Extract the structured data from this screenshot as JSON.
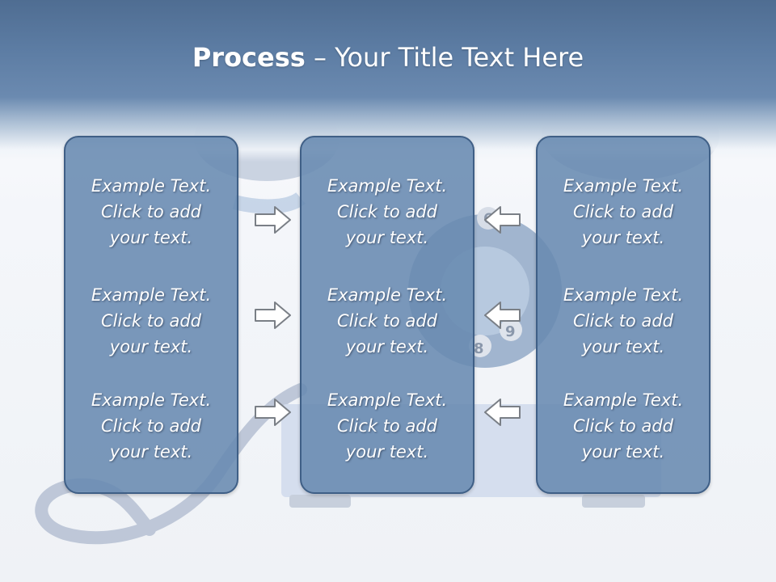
{
  "slide": {
    "title_bold": "Process",
    "title_rest": " – Your Title Text Here"
  },
  "columns": [
    {
      "items": [
        {
          "line1": "Example Text.",
          "line2": "Click  to add",
          "line3": "your text."
        },
        {
          "line1": "Example Text.",
          "line2": "Click  to add",
          "line3": "your text."
        },
        {
          "line1": "Example Text.",
          "line2": "Click  to add",
          "line3": "your text."
        }
      ]
    },
    {
      "items": [
        {
          "line1": "Example Text.",
          "line2": "Click  to add",
          "line3": "your text."
        },
        {
          "line1": "Example Text.",
          "line2": "Click  to add",
          "line3": "your text."
        },
        {
          "line1": "Example Text.",
          "line2": "Click  to add",
          "line3": "your text."
        }
      ]
    },
    {
      "items": [
        {
          "line1": "Example Text.",
          "line2": "Click  to add",
          "line3": "your text."
        },
        {
          "line1": "Example Text.",
          "line2": "Click  to add",
          "line3": "your text."
        },
        {
          "line1": "Example Text.",
          "line2": "Click  to add",
          "line3": "your text."
        }
      ]
    }
  ],
  "arrows": {
    "left_group": [
      "arrow-right-icon",
      "arrow-right-icon",
      "arrow-right-icon"
    ],
    "right_group": [
      "arrow-left-icon",
      "arrow-left-icon",
      "arrow-left-icon"
    ]
  },
  "background": {
    "dial_digits": [
      "6",
      "9",
      "8"
    ],
    "icon": "rotary-telephone-icon"
  },
  "colors": {
    "header": "#587aa2",
    "box_fill": "#6f8fb6",
    "box_border": "#3f5f86",
    "text": "#ffffff"
  }
}
